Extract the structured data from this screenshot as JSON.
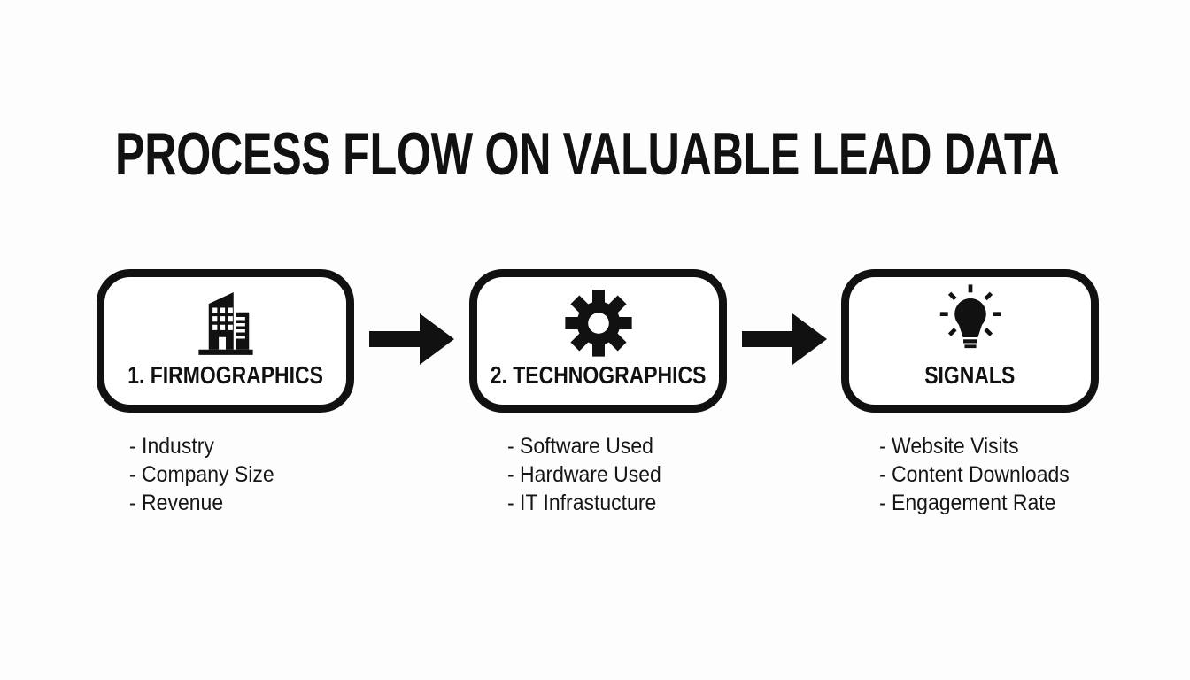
{
  "colors": {
    "ink": "#111111",
    "background": "#fdfdfd"
  },
  "title": "PROCESS FLOW ON VALUABLE LEAD DATA",
  "steps": [
    {
      "label": "1. FIRMOGRAPHICS",
      "icon": "building-icon",
      "items": [
        "- Industry",
        "- Company Size",
        "- Revenue"
      ]
    },
    {
      "label": "2. TECHNOGRAPHICS",
      "icon": "gear-icon",
      "items": [
        "- Software Used",
        "- Hardware Used",
        "- IT Infrastucture"
      ]
    },
    {
      "label": "SIGNALS",
      "icon": "lightbulb-icon",
      "items": [
        "- Website Visits",
        "- Content Downloads",
        "- Engagement Rate"
      ]
    }
  ],
  "connectors": [
    {
      "icon": "arrow-right-icon"
    },
    {
      "icon": "arrow-right-icon"
    }
  ]
}
